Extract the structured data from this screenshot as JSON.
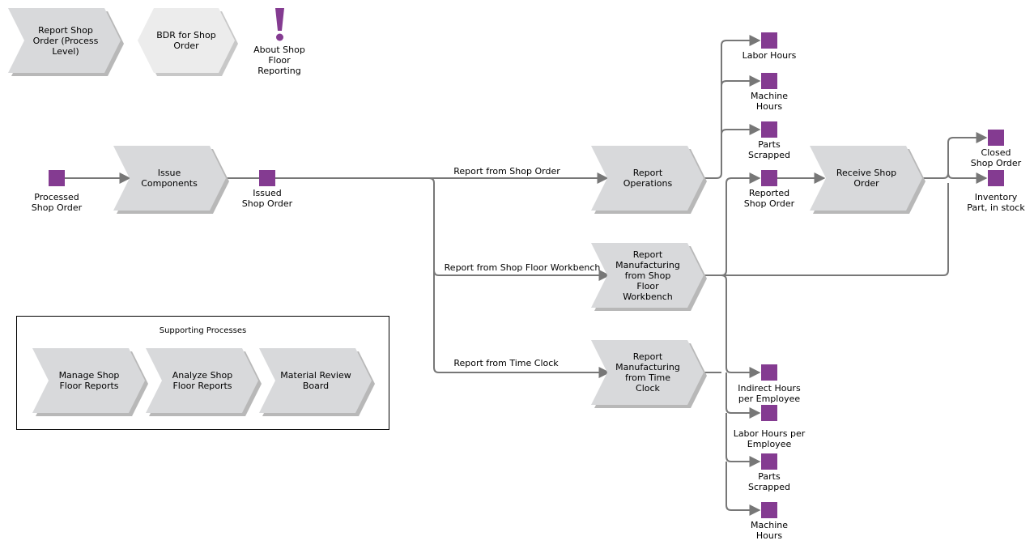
{
  "header": {
    "report_shop_order": "Report Shop\nOrder (Process\nLevel)",
    "bdr_shop_order": "BDR for Shop\nOrder",
    "about_icon": "exclamation-icon",
    "about_label": "About Shop\nFloor\nReporting"
  },
  "processes": {
    "issue_components": "Issue\nComponents",
    "report_operations": "Report\nOperations",
    "receive_shop_order": "Receive Shop\nOrder",
    "report_mfg_workbench": "Report\nManufacturing\nfrom Shop\nFloor\nWorkbench",
    "report_mfg_time_clock": "Report\nManufacturing\nfrom Time\nClock"
  },
  "events": {
    "processed_shop_order": "Processed\nShop Order",
    "issued_shop_order": "Issued\nShop Order",
    "labor_hours": "Labor Hours",
    "machine_hours_top": "Machine\nHours",
    "parts_scrapped_top": "Parts\nScrapped",
    "reported_shop_order": "Reported\nShop Order",
    "closed_shop_order": "Closed\nShop Order",
    "inventory_part": "Inventory\nPart, in stock",
    "indirect_hours": "Indirect Hours\nper Employee",
    "labor_hours_per_employee": "Labor Hours per\nEmployee",
    "parts_scrapped_bottom": "Parts\nScrapped",
    "machine_hours_bottom": "Machine\nHours"
  },
  "flow_labels": {
    "from_shop_order": "Report from Shop Order",
    "from_workbench": "Report from Shop Floor Workbench",
    "from_time_clock": "Report from Time Clock"
  },
  "supporting": {
    "title": "Supporting Processes",
    "manage_reports": "Manage Shop\nFloor Reports",
    "analyze_reports": "Analyze Shop\nFloor Reports",
    "material_review": "Material Review\nBoard"
  },
  "colors": {
    "chevron_fill": "#d8d9db",
    "chevron_fill_light": "#ececec",
    "shadow": "#b8b8b8",
    "event_square": "#843b91",
    "connector": "#777777"
  }
}
